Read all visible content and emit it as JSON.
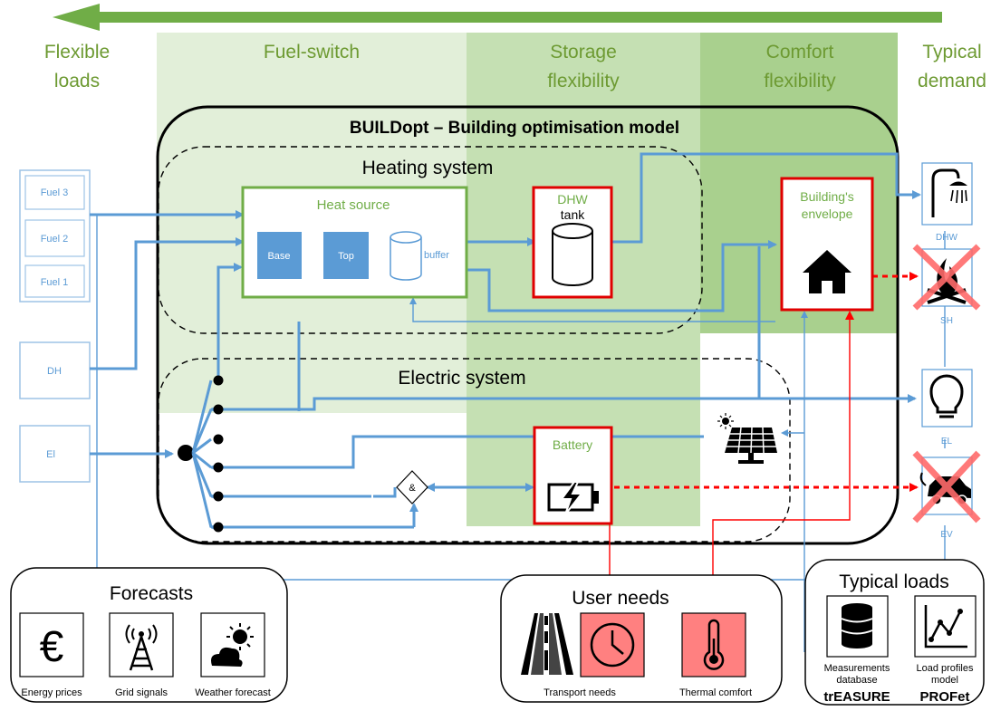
{
  "columns": {
    "flexible_loads": [
      "Flexible",
      "loads"
    ],
    "fuel_switch": [
      "Fuel-switch"
    ],
    "storage": [
      "Storage",
      "flexibility"
    ],
    "comfort": [
      "Comfort",
      "flexibility"
    ],
    "typical": [
      "Typical",
      "demand"
    ]
  },
  "model_title": "BUILDopt – Building optimisation model",
  "heating_system": "Heating system",
  "electric_system": "Electric system",
  "heat_source": {
    "title": "Heat source",
    "base": "Base",
    "top": "Top",
    "buffer": "buffer"
  },
  "dhw_tank": [
    "DHW",
    "tank"
  ],
  "envelope": [
    "Building's",
    "envelope"
  ],
  "battery": "Battery",
  "and_gate": "&",
  "inputs": [
    "Fuel 3",
    "Fuel 2",
    "Fuel 1",
    "DH",
    "El"
  ],
  "demands": [
    "DHW",
    "SH",
    "EL",
    "EV"
  ],
  "forecasts": {
    "title": "Forecasts",
    "items": [
      "Energy prices",
      "Grid signals",
      "Weather forecast"
    ]
  },
  "user_needs": {
    "title": "User needs",
    "items": [
      "Transport needs",
      "Thermal comfort"
    ]
  },
  "typical_loads": {
    "title": "Typical loads",
    "items": [
      [
        "Measurements",
        "database"
      ],
      [
        "Load profiles",
        "model"
      ]
    ],
    "names": [
      "trEASURE",
      "PROFet"
    ]
  },
  "colors": {
    "blue": "#5b9bd5",
    "green": "#70ad47",
    "red": "#ff0000",
    "text_green": "#6d9a32"
  }
}
